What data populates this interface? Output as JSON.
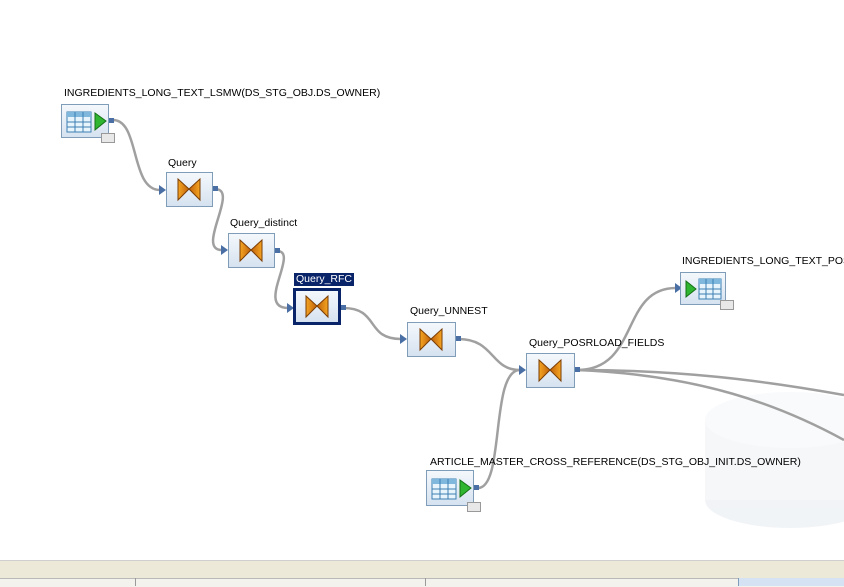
{
  "nodes": {
    "source_lsmw": {
      "label": "INGREDIENTS_LONG_TEXT_LSMW(DS_STG_OBJ.DS_OWNER)"
    },
    "query": {
      "label": "Query"
    },
    "query_distinct": {
      "label": "Query_distinct"
    },
    "query_rfc": {
      "label": "Query_RFC"
    },
    "query_unnest": {
      "label": "Query_UNNEST"
    },
    "query_posrload": {
      "label": "Query_POSRLOAD_FIELDS"
    },
    "target_post": {
      "label": "INGREDIENTS_LONG_TEXT_POST"
    },
    "article_xref": {
      "label": "ARTICLE_MASTER_CROSS_REFERENCE(DS_STG_OBJ_INIT.DS_OWNER)"
    }
  },
  "colors": {
    "link": "#a0a0a0",
    "selection": "#0a246a",
    "node_border": "#7f9db9"
  },
  "icons": {
    "table": "table-icon",
    "play": "play-icon",
    "query": "query-icon",
    "magnify": "magnifier-icon"
  }
}
